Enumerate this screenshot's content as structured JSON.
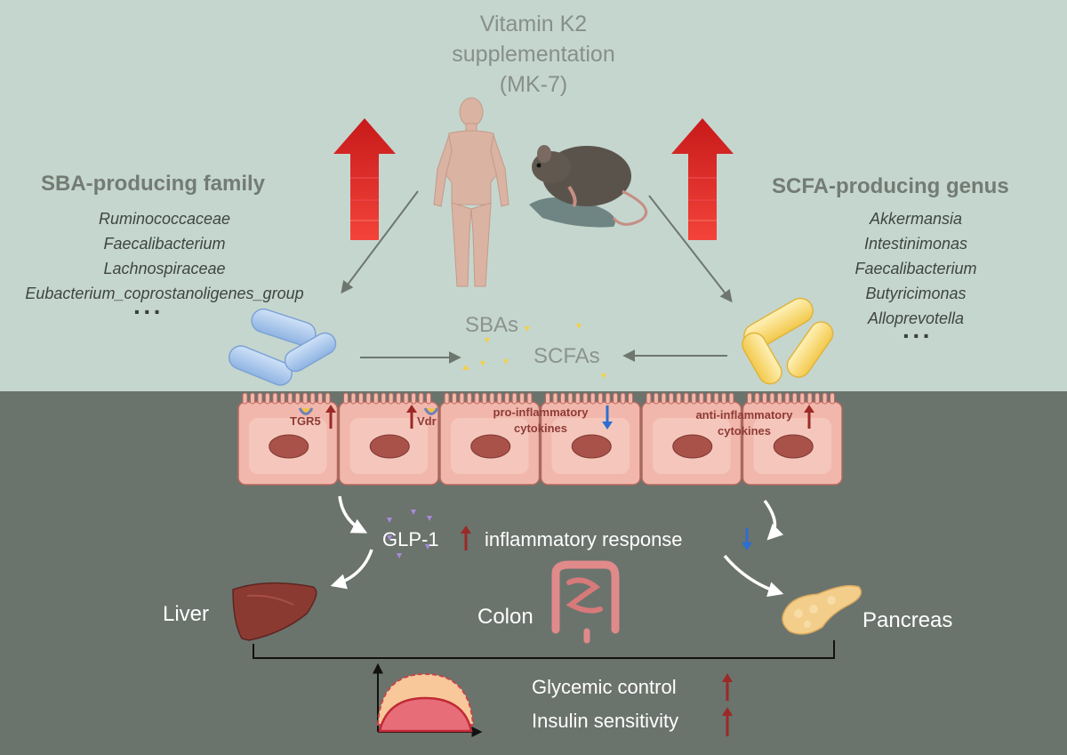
{
  "title": "Vitamin K2\nsupplementation\n(MK-7)",
  "left": {
    "heading": "SBA-producing family",
    "items": [
      "Ruminococcaceae",
      "Faecalibacterium",
      "Lachnospiraceae",
      "Eubacterium_coprostanoligenes_group"
    ],
    "more": "···"
  },
  "right": {
    "heading": "SCFA-producing genus",
    "items": [
      "Akkermansia",
      "Intestinimonas",
      "Faecalibacterium",
      "Butyricimonas",
      "Alloprevotella"
    ],
    "more": "···"
  },
  "metabolites": {
    "sba": "SBAs",
    "scfa": "SCFAs"
  },
  "cells": {
    "tgr5": "TGR5",
    "vdr": "Vdr",
    "pro": "pro-inflammatory\ncytokines",
    "anti": "anti-inflammatory\ncytokines"
  },
  "responses": {
    "glp1": "GLP-1",
    "inflammation": "inflammatory response"
  },
  "organs": {
    "liver": "Liver",
    "colon": "Colon",
    "pancreas": "Pancreas"
  },
  "outcomes": {
    "glycemic": "Glycemic control",
    "insulin": "Insulin sensitivity"
  },
  "colors": {
    "up": "#9b2a27",
    "down": "#2b6fd1",
    "top_bg": "#c5d6cf",
    "bottom_bg": "#6b736d"
  }
}
